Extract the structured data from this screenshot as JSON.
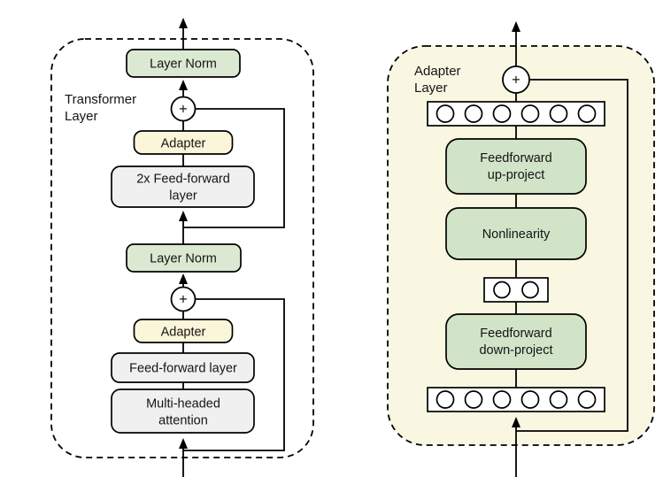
{
  "figure": {
    "type": "architecture-diagram",
    "description_left": "Transformer layer with inserted adapter modules",
    "description_right": "Adapter layer internal bottleneck structure"
  },
  "colors": {
    "left_green": "#dbe9d2",
    "right_green": "#d2e4c8",
    "adapter_yellow": "#fbf6da",
    "gray": "#eff0ef",
    "cream_bg": "#f9f7e2",
    "white": "#ffffff",
    "line": "#000000"
  },
  "left": {
    "frame_label": {
      "line1": "Transformer",
      "line2": "Layer"
    },
    "layer_norm_top": "Layer Norm",
    "plus_top": "+",
    "adapter_top": "Adapter",
    "feedforward_2x": {
      "line1": "2x Feed-forward",
      "line2": "layer"
    },
    "layer_norm_bottom": "Layer Norm",
    "plus_bottom": "+",
    "adapter_bottom": "Adapter",
    "feedforward_layer": "Feed-forward layer",
    "multi_headed_attention": {
      "line1": "Multi-headed",
      "line2": "attention"
    }
  },
  "right": {
    "frame_label": {
      "line1": "Adapter",
      "line2": "Layer"
    },
    "plus": "+",
    "feedforward_up": {
      "line1": "Feedforward",
      "line2": "up-project"
    },
    "nonlinearity": "Nonlinearity",
    "feedforward_down": {
      "line1": "Feedforward",
      "line2": "down-project"
    }
  }
}
